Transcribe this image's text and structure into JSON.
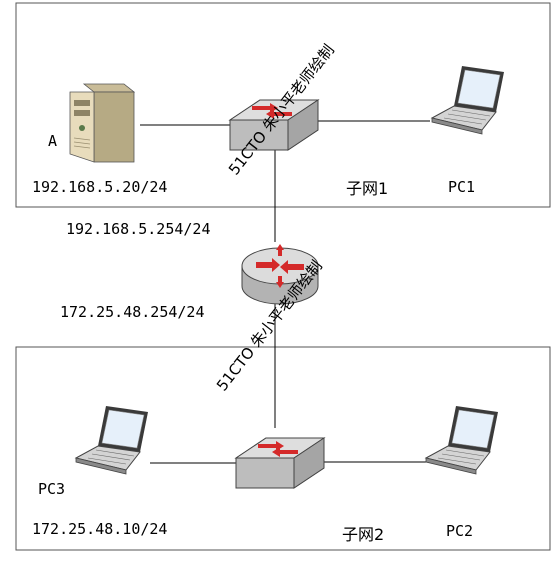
{
  "subnet1": {
    "name": "子网1"
  },
  "subnet2": {
    "name": "子网2"
  },
  "labels": {
    "server_a": "A",
    "server_ip": "192.168.5.20/24",
    "router_ip_upper": "192.168.5.254/24",
    "router_ip_lower": "172.25.48.254/24",
    "pc1": "PC1",
    "pc2": "PC2",
    "pc3": "PC3",
    "pc3_ip": "172.25.48.10/24"
  },
  "watermarks": {
    "upper": "51CTO 朱小平老师绘制",
    "lower": "51CTO 朱小平老师绘制"
  },
  "colors": {
    "border": "#555555",
    "arrow": "#d42a2a",
    "device_top": "#d9d9d9",
    "device_side": "#a9a9a9",
    "server_body": "#e8dcbc"
  },
  "icons": [
    "server-icon",
    "switch-icon",
    "router-icon",
    "laptop-icon"
  ]
}
